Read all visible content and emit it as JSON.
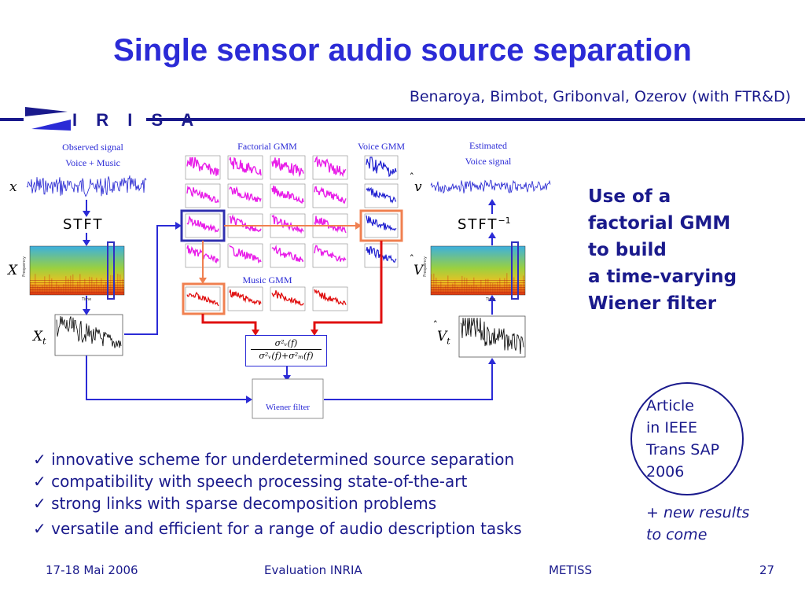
{
  "slide": {
    "title": "Single sensor audio source separation",
    "authors": "Benaroya, Bimbot, Gribonval, Ozerov (with FTR&D)",
    "logo_text": "I R I S A"
  },
  "diagram": {
    "observed_label_1": "Observed signal",
    "observed_label_2": "Voice + Music",
    "factorial_gmm_label": "Factorial GMM",
    "voice_gmm_label": "Voice GMM",
    "estimated_label_1": "Estimated",
    "estimated_label_2": "Voice signal",
    "music_gmm_label": "Music GMM",
    "wiener_label": "Wiener filter",
    "stft_label": "STFT",
    "istft_label": "STFT",
    "istft_sup": "−1",
    "x_symbol": "x",
    "X_symbol": "X",
    "Xt_symbol": "X",
    "Xt_sub": "t",
    "v_hat_symbol": "v",
    "V_hat_symbol": "V",
    "Vt_hat_symbol": "V",
    "Vt_sub": "t",
    "formula_num": "σ²ᵥ(f)",
    "formula_den": "σ²ᵥ(f)+σ²ₘ(f)",
    "time_axis": "Time",
    "freq_axis": "Frequency"
  },
  "side_text": [
    "Use of a",
    "factorial GMM",
    "to build",
    "a time-varying",
    "Wiener filter"
  ],
  "article": [
    "Article",
    "in IEEE",
    "Trans SAP",
    "2006"
  ],
  "new_results": {
    "plus": "+ ",
    "line1": "new results",
    "line2": "to come"
  },
  "bullets": [
    "innovative scheme for underdetermined source separation",
    "compatibility with speech processing state-of-the-art",
    "strong links with sparse decomposition problems",
    "versatile and efficient for a range of audio description tasks"
  ],
  "bullet_mark": "✓",
  "footer": {
    "date": "17-18 Mai 2006",
    "event": "Evaluation INRIA",
    "team": "METISS",
    "page": "27"
  },
  "colors": {
    "title": "#2b2bd6",
    "dark_blue": "#1a1a8c",
    "magenta": "#e81ee8",
    "voice_blue": "#2020d0",
    "music_red": "#e01010",
    "orange": "#f08050",
    "green": "#20c020"
  }
}
